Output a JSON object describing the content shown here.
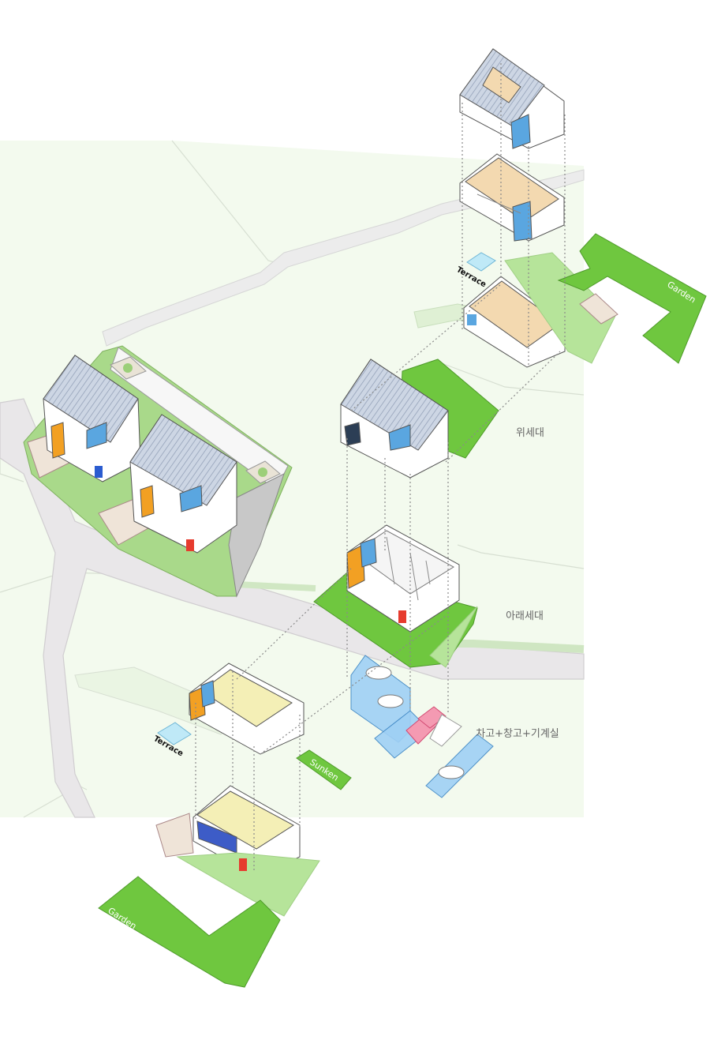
{
  "labels": {
    "upper_unit": "위세대",
    "lower_unit": "아래세대",
    "parking": "차고+창고+기계실",
    "terrace_top": "Terrace",
    "terrace_bottom": "Terrace",
    "garden_top": "Garden",
    "garden_bottom": "Garden",
    "sunken": "Sunken"
  },
  "colors": {
    "site_tint": "#f3faee",
    "road": "#e9e7e9",
    "road_edge": "#d0cdd0",
    "lawn": "#a9d98a",
    "garden": "#6fc73f",
    "garden_light": "#b6e49a",
    "roof": "#c9d3e2",
    "wall": "#ffffff",
    "outline": "#555555",
    "floor_upper": "#f3d9b0",
    "floor_lower": "#f4efb6",
    "glass": "#5aa6e0",
    "parking": "#9fd0f5",
    "storage": "#f49ab2",
    "accent_orange": "#f2a023",
    "accent_red": "#e63b2e",
    "dotted": "#8a8a8a",
    "label_text": "#666666"
  }
}
